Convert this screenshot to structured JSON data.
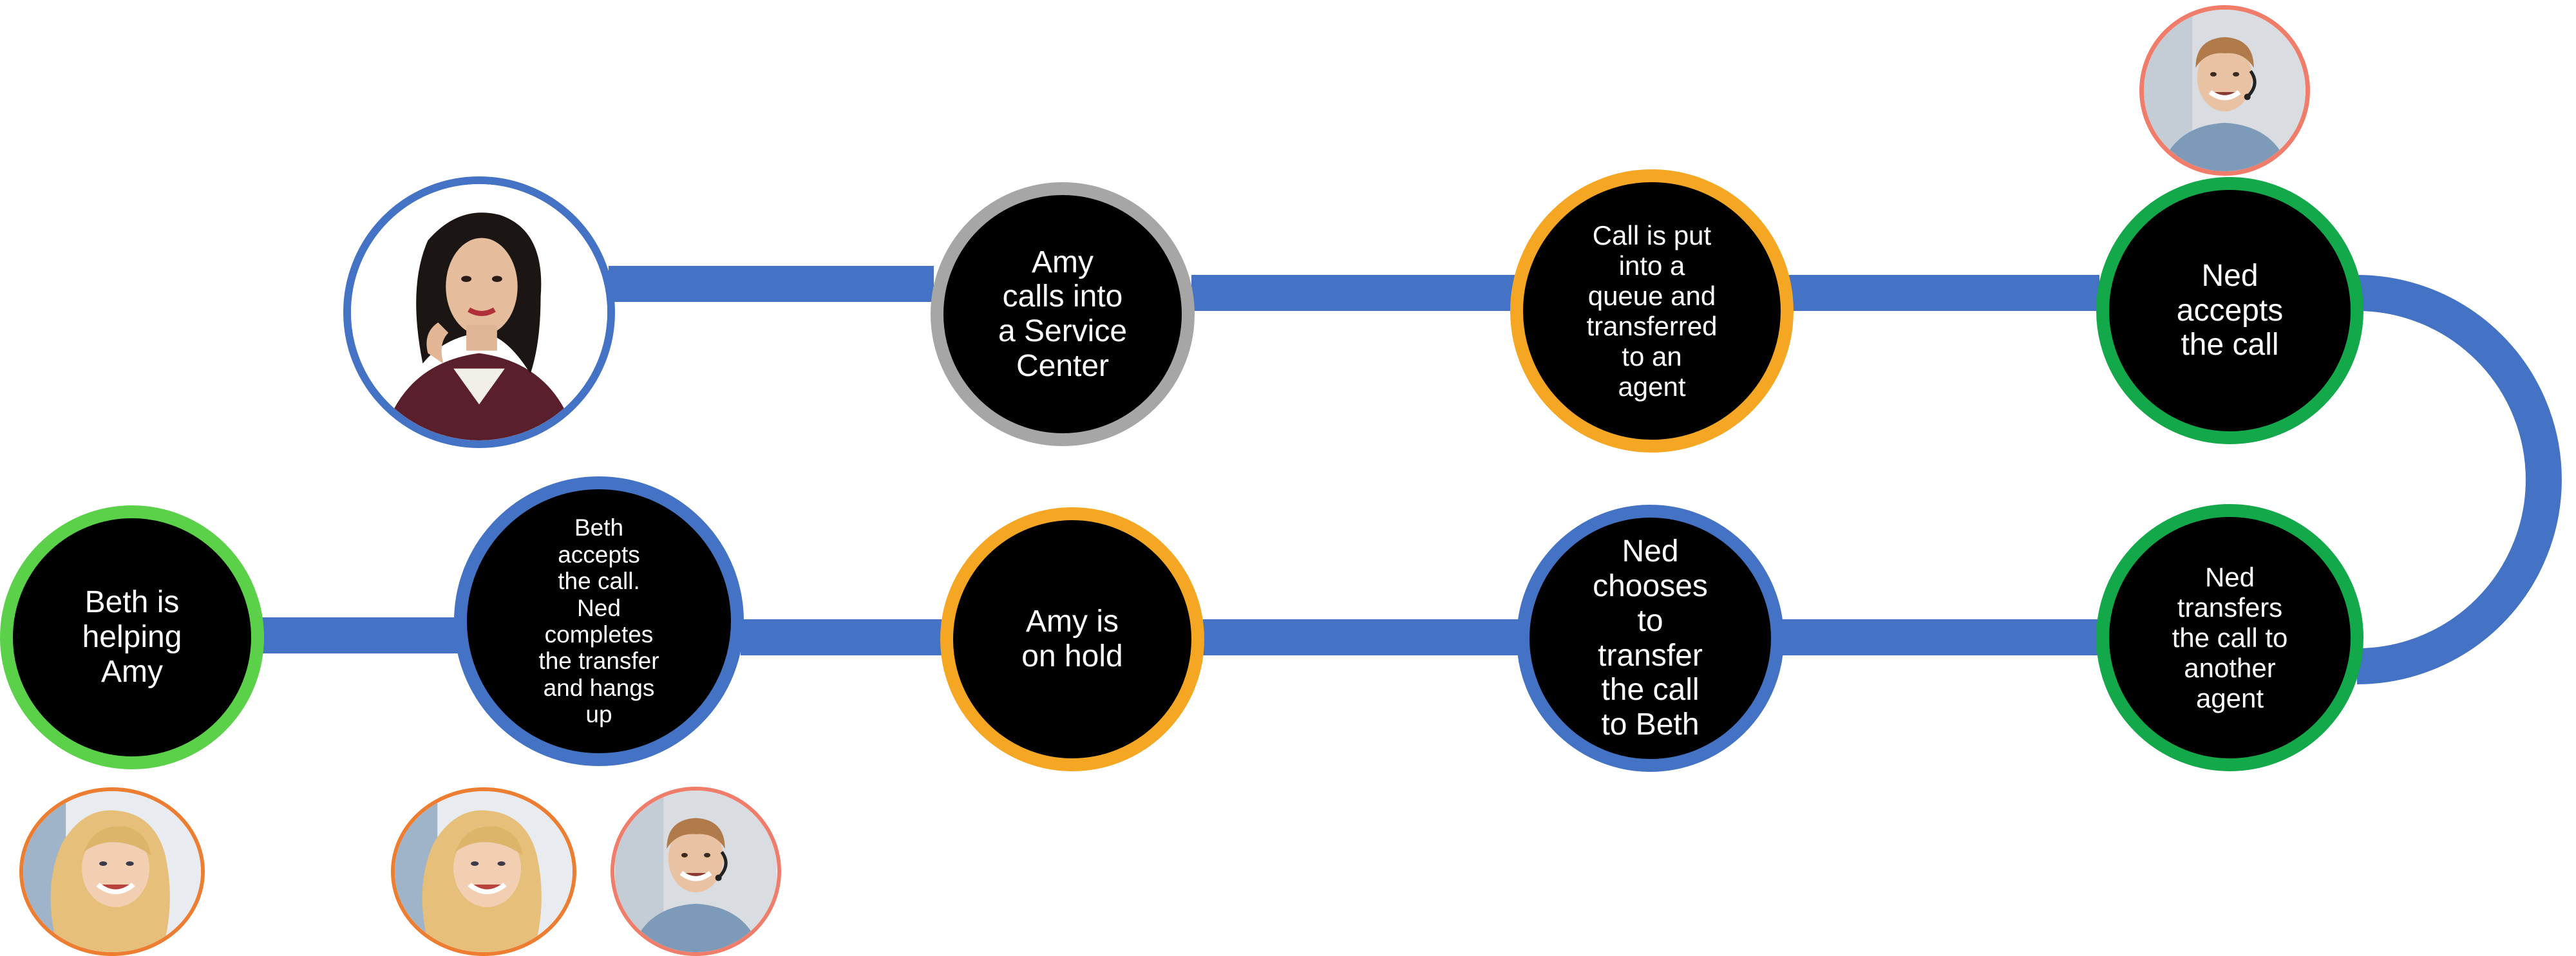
{
  "colors": {
    "connector": "#4472C4",
    "circle_fill": "#000000",
    "label_text": "#ffffff",
    "ring_blue": "#4472C4",
    "ring_gray": "#A6A6A6",
    "ring_orange": "#F5A623",
    "ring_green": "#13A84A",
    "ring_light_green": "#5BD14A",
    "avatar_ring_salmon": "#F07C6A",
    "avatar_ring_orange": "#ED7D31"
  },
  "steps": [
    {
      "label": "Amy\ncalls into\na Service\nCenter",
      "ring": "ring_gray"
    },
    {
      "label": "Call is put\ninto a\nqueue and\ntransferred\nto an\nagent",
      "ring": "ring_orange"
    },
    {
      "label": "Ned\naccepts\nthe call",
      "ring": "ring_green"
    },
    {
      "label": "Ned\ntransfers\nthe call to\nanother\nagent",
      "ring": "ring_green"
    },
    {
      "label": "Ned\nchooses\nto\ntransfer\nthe call\nto Beth",
      "ring": "ring_blue"
    },
    {
      "label": "Amy is\non hold",
      "ring": "ring_orange"
    },
    {
      "label": "Beth\naccepts\nthe call.\nNed\ncompletes\nthe transfer\nand hangs\nup",
      "ring": "ring_blue"
    },
    {
      "label": "Beth is\nhelping\nAmy",
      "ring": "ring_light_green"
    }
  ],
  "avatars": [
    {
      "icon": "amy-caller-photo",
      "ring": "ring_blue"
    },
    {
      "icon": "ned-agent-photo",
      "ring": "avatar_ring_salmon"
    },
    {
      "icon": "beth-agent-photo",
      "ring": "avatar_ring_orange"
    },
    {
      "icon": "beth-agent-photo",
      "ring": "avatar_ring_orange"
    },
    {
      "icon": "ned-agent-photo",
      "ring": "avatar_ring_salmon"
    }
  ]
}
